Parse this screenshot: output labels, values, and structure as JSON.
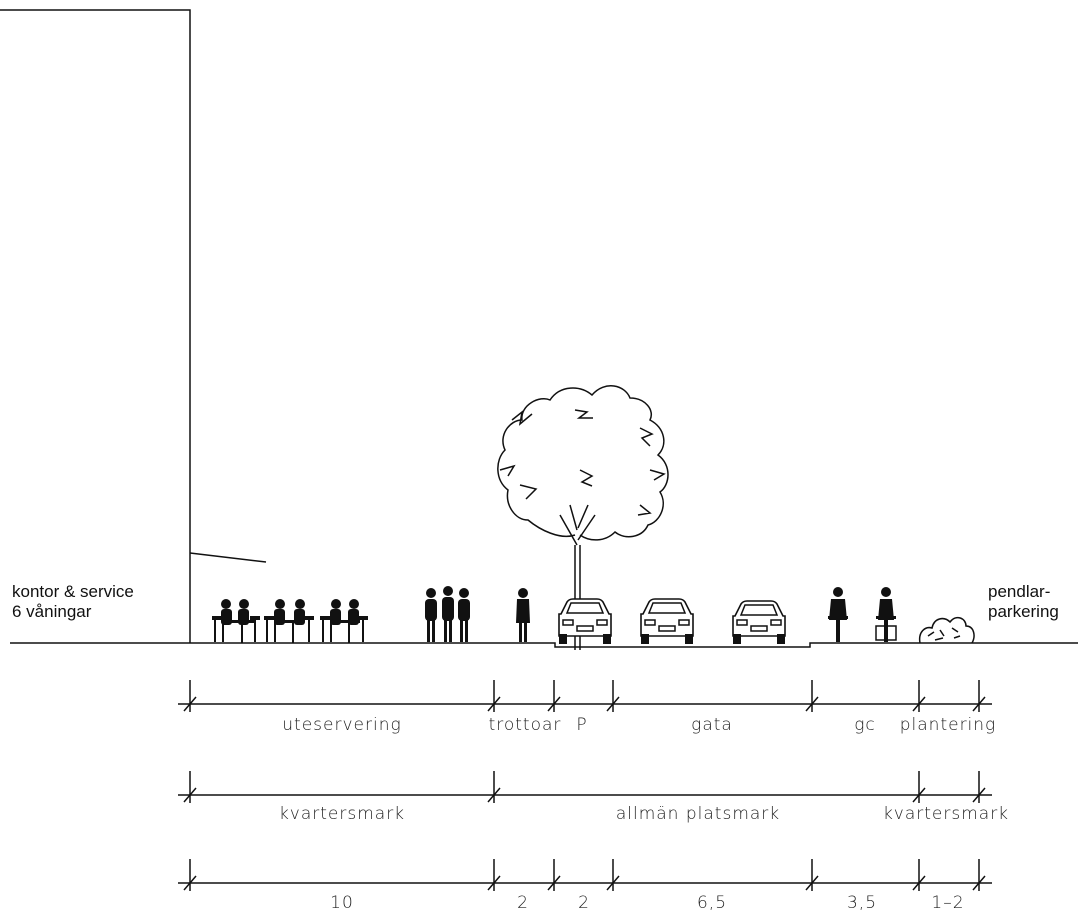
{
  "labels": {
    "left_line1": "kontor & service",
    "left_line2": "6 våningar",
    "right_line1": "pendlar-",
    "right_line2": "parkering"
  },
  "rows": {
    "use": [
      "uteservering",
      "trottoar",
      "P",
      "gata",
      "gc",
      "plantering"
    ],
    "ownership": [
      "kvartersmark",
      "allmän platsmark",
      "kvartersmark"
    ],
    "widths": [
      "10",
      "2",
      "2",
      "6,5",
      "3,5",
      "1–2"
    ]
  }
}
